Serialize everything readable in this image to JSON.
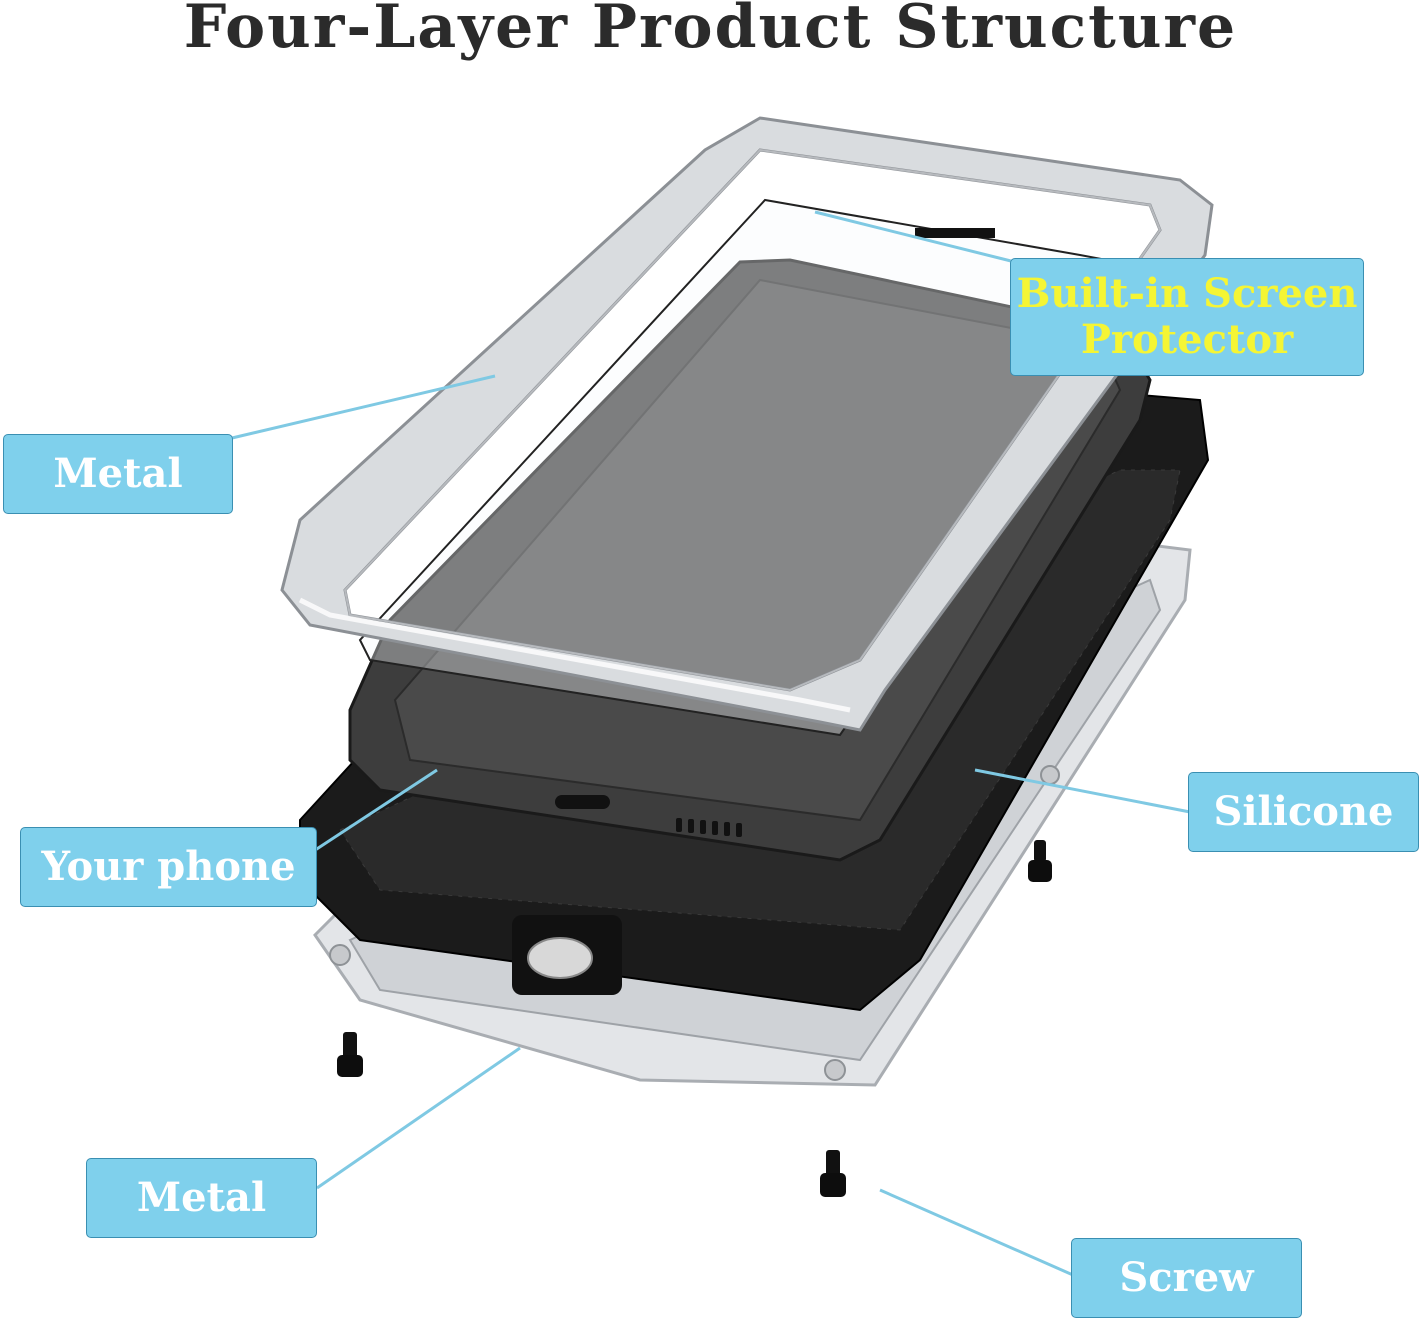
{
  "title": "Four-Layer Product Structure",
  "labels": {
    "screen_protector_line1": "Built-in Screen",
    "screen_protector_line2": "Protector",
    "metal_top": "Metal",
    "silicone": "Silicone",
    "your_phone": "Your phone",
    "metal_bottom": "Metal",
    "screw": "Screw"
  },
  "colors": {
    "label_background": "#7fd0ec",
    "label_text": "#ffffff",
    "highlight_text": "#f5f534",
    "leader_line": "#7fc9e3",
    "title_text": "#2b2b2b"
  }
}
